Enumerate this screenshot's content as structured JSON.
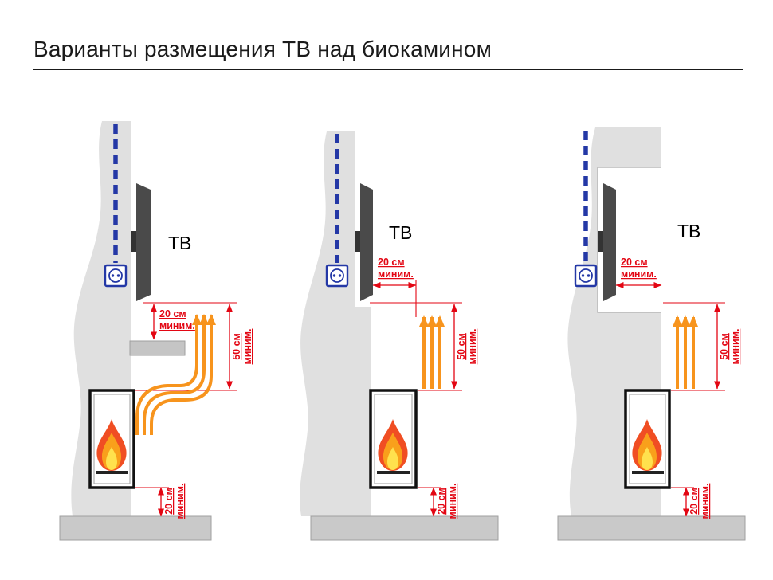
{
  "title": "Варианты размещения ТВ над биокамином",
  "labels": {
    "tv": "ТВ",
    "dim20": {
      "line1": "20 см",
      "line2": "миним."
    },
    "dim50": {
      "line1": "50 см",
      "line2": "миним."
    }
  },
  "colors": {
    "ink": "#1a1a1a",
    "red": "#e30613",
    "orange": "#f7941d",
    "blue": "#2438a6",
    "wall": "#e0e0e0",
    "floor": "#c9c9c9",
    "tv_panel": "#4a4a4a",
    "flame_outer": "#f04e23",
    "flame_mid": "#f9a01b",
    "flame_inner": "#ffe14d"
  }
}
